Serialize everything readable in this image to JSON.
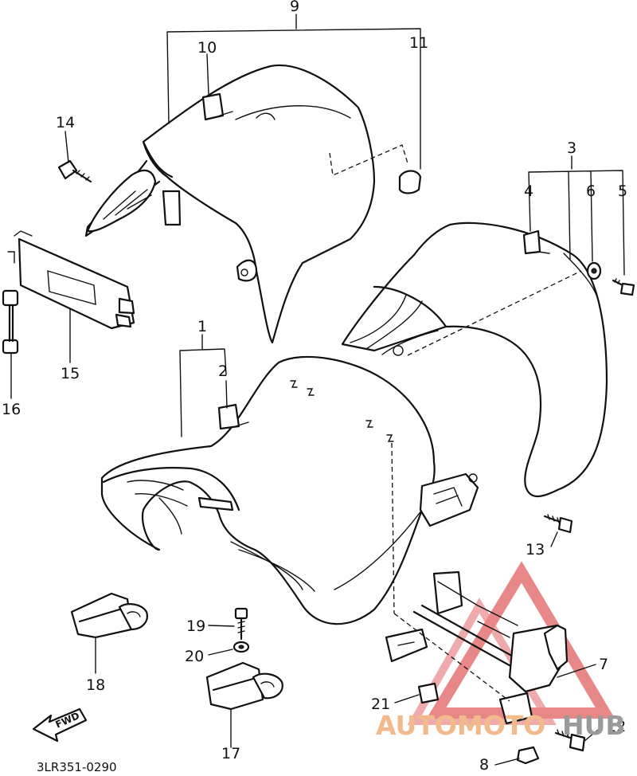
{
  "diagram": {
    "labels": [
      {
        "id": "1",
        "text": "1"
      },
      {
        "id": "2",
        "text": "2"
      },
      {
        "id": "3",
        "text": "3"
      },
      {
        "id": "4",
        "text": "4"
      },
      {
        "id": "5",
        "text": "5"
      },
      {
        "id": "6",
        "text": "6"
      },
      {
        "id": "7",
        "text": "7"
      },
      {
        "id": "8",
        "text": "8"
      },
      {
        "id": "9",
        "text": "9"
      },
      {
        "id": "10",
        "text": "10"
      },
      {
        "id": "11",
        "text": "11"
      },
      {
        "id": "12",
        "text": "12"
      },
      {
        "id": "13",
        "text": "13"
      },
      {
        "id": "14",
        "text": "14"
      },
      {
        "id": "15",
        "text": "15"
      },
      {
        "id": "16",
        "text": "16"
      },
      {
        "id": "17",
        "text": "17"
      },
      {
        "id": "18",
        "text": "18"
      },
      {
        "id": "19",
        "text": "19"
      },
      {
        "id": "20",
        "text": "20"
      },
      {
        "id": "21",
        "text": "21"
      }
    ],
    "fwd_arrow_text": "FWD",
    "drawing_code": "3LR351-0290"
  },
  "watermark": {
    "text_a": "AUTOMOTO",
    "text_b": "HUB",
    "color_main": "#f2b98b",
    "color_hub": "#9a9a9a",
    "triangle_color": "#e57373"
  }
}
